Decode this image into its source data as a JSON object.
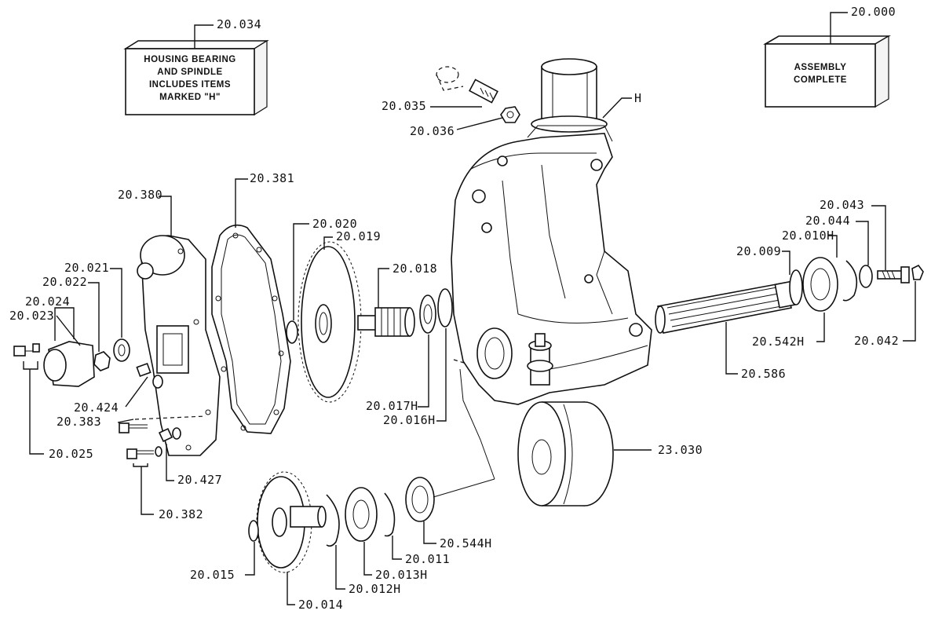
{
  "boxes": {
    "housing_note": "HOUSING BEARING\nAND SPINDLE\nINCLUDES ITEMS\nMARKED \"H\"",
    "housing_code": "20.034",
    "assembly_note": "ASSEMBLY\nCOMPLETE",
    "assembly_code": "20.000"
  },
  "labels": {
    "l20035": "20.035",
    "l20036": "20.036",
    "lH": "H",
    "l20380": "20.380",
    "l20381": "20.381",
    "l20020": "20.020",
    "l20019": "20.019",
    "l20018": "20.018",
    "l20021": "20.021",
    "l20022": "20.022",
    "l20024": "20.024",
    "l20023": "20.023",
    "l20424": "20.424",
    "l20383": "20.383",
    "l20025": "20.025",
    "l20427": "20.427",
    "l20382": "20.382",
    "l20017H": "20.017H",
    "l20016H": "20.016H",
    "l20043": "20.043",
    "l20044": "20.044",
    "l20010H": "20.010H",
    "l20009": "20.009",
    "l20542H": "20.542H",
    "l20042": "20.042",
    "l20586": "20.586",
    "l23030": "23.030",
    "l20544H": "20.544H",
    "l20011": "20.011",
    "l20013H": "20.013H",
    "l20012H": "20.012H",
    "l20015": "20.015",
    "l20014": "20.014"
  }
}
